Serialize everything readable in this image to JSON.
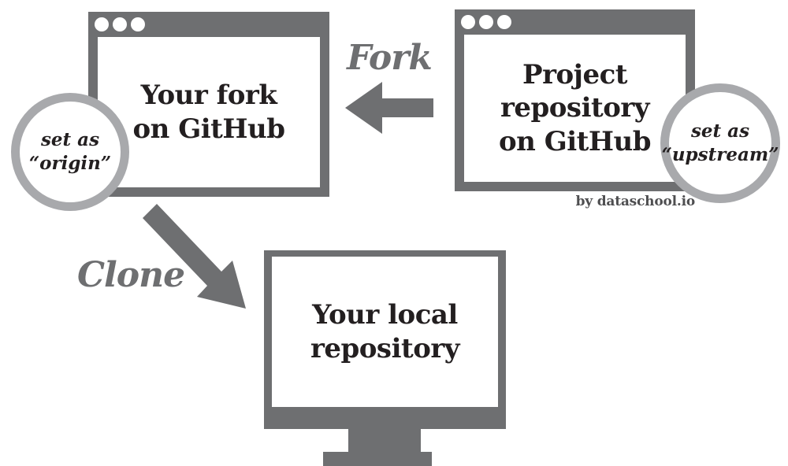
{
  "fork_window": {
    "title_lines": [
      "Your fork",
      "on GitHub"
    ]
  },
  "project_window": {
    "title_lines": [
      "Project",
      "repository",
      "on GitHub"
    ]
  },
  "monitor": {
    "title_lines": [
      "Your local",
      "repository"
    ]
  },
  "origin_badge": {
    "lines": [
      "set as",
      "“origin”"
    ]
  },
  "upstream_badge": {
    "lines": [
      "set as",
      "“upstream”"
    ]
  },
  "labels": {
    "fork": "Fork",
    "clone": "Clone"
  },
  "credit": "by dataschool.io",
  "colors": {
    "frame_gray": "#6e6f71",
    "badge_ring_gray": "#a8a9ac",
    "arrow_gray": "#6e6f71",
    "label_gray": "#6e6f71",
    "text_dark": "#231f20",
    "credit_gray": "#4e4e50",
    "background": "#ffffff"
  }
}
